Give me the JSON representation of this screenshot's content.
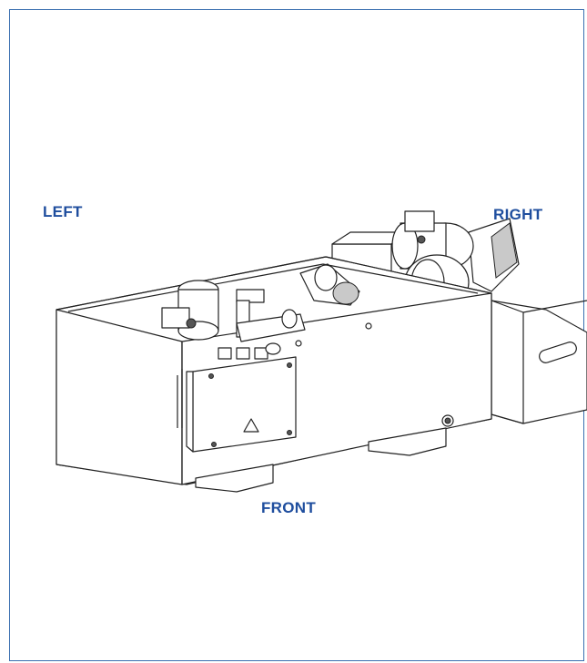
{
  "labels": {
    "left": "LEFT",
    "right": "RIGHT",
    "front": "FRONT"
  },
  "colors": {
    "label_text": "#1f4e9e",
    "frame_border": "#3a6fb0"
  }
}
